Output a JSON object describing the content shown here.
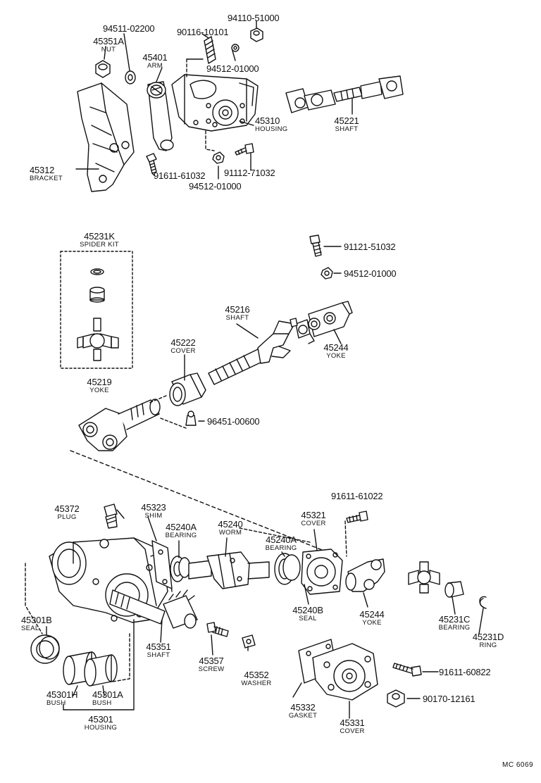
{
  "parts": {
    "p45351A": {
      "number": "45351A",
      "name": "NUT"
    },
    "p94511_02200": {
      "number": "94511-02200"
    },
    "p90116_10101": {
      "number": "90116-10101"
    },
    "p94110_51000": {
      "number": "94110-51000"
    },
    "p45401": {
      "number": "45401",
      "name": "ARM"
    },
    "p94512_01000_top": {
      "number": "94512-01000"
    },
    "p45310": {
      "number": "45310",
      "name": "HOUSING"
    },
    "p45221": {
      "number": "45221",
      "name": "SHAFT"
    },
    "p45312": {
      "number": "45312",
      "name": "BRACKET"
    },
    "p91611_61032_top": {
      "number": "91611-61032"
    },
    "p91112_71032": {
      "number": "91112-71032"
    },
    "p94512_01000_b": {
      "number": "94512-01000"
    },
    "p45231K": {
      "number": "45231K",
      "name": "SPIDER KIT"
    },
    "p91121_51032": {
      "number": "91121-51032"
    },
    "p94512_01000_mid": {
      "number": "94512-01000"
    },
    "p45216": {
      "number": "45216",
      "name": "SHAFT"
    },
    "p45222": {
      "number": "45222",
      "name": "COVER"
    },
    "p45244_mid": {
      "number": "45244",
      "name": "YOKE"
    },
    "p45219": {
      "number": "45219",
      "name": "YOKE"
    },
    "p96451_00600": {
      "number": "96451-00600"
    },
    "p91611_61022": {
      "number": "91611-61022"
    },
    "p45372": {
      "number": "45372",
      "name": "PLUG"
    },
    "p45323": {
      "number": "45323",
      "name": "SHIM"
    },
    "p45240A_l": {
      "number": "45240A",
      "name": "BEARING"
    },
    "p45240": {
      "number": "45240",
      "name": "WORM"
    },
    "p45240A_r": {
      "number": "45240A",
      "name": "BEARING"
    },
    "p45321": {
      "number": "45321",
      "name": "COVER"
    },
    "p45240B": {
      "number": "45240B",
      "name": "SEAL"
    },
    "p45244_bot": {
      "number": "45244",
      "name": "YOKE"
    },
    "p45231C": {
      "number": "45231C",
      "name": "BEARING"
    },
    "p45231D": {
      "number": "45231D",
      "name": "RING"
    },
    "p45301B": {
      "number": "45301B",
      "name": "SEAL"
    },
    "p45351": {
      "number": "45351",
      "name": "SHAFT"
    },
    "p45357": {
      "number": "45357",
      "name": "SCREW"
    },
    "p45352": {
      "number": "45352",
      "name": "WASHER"
    },
    "p45301H": {
      "number": "45301H",
      "name": "BUSH"
    },
    "p45301A": {
      "number": "45301A",
      "name": "BUSH"
    },
    "p45301": {
      "number": "45301",
      "name": "HOUSING"
    },
    "p45332": {
      "number": "45332",
      "name": "GASKET"
    },
    "p45331": {
      "number": "45331",
      "name": "COVER"
    },
    "p91611_60822": {
      "number": "91611-60822"
    },
    "p90170_12161": {
      "number": "90170-12161"
    }
  },
  "diagram_code": "MC 6069"
}
